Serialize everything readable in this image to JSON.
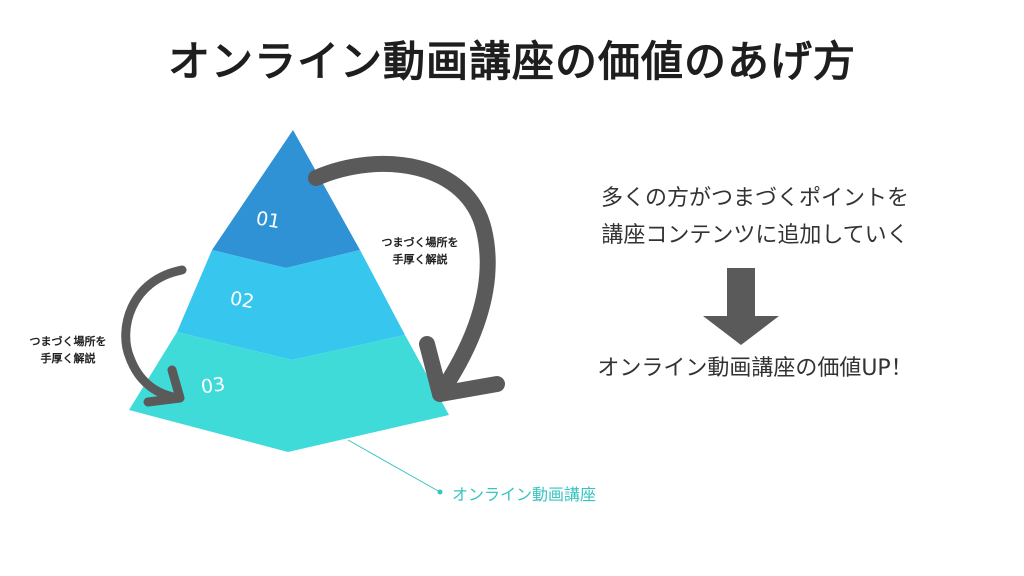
{
  "title": "オンライン動画講座の価値のあげ方",
  "pyramid": {
    "layers": [
      {
        "label": "01",
        "color": "#2f92d4"
      },
      {
        "label": "02",
        "color": "#36c6ee"
      },
      {
        "label": "03",
        "color": "#3fdbd9"
      }
    ],
    "caption": "オンライン動画講座"
  },
  "notes": {
    "left": {
      "line1": "つまづく場所を",
      "line2": "手厚く解説"
    },
    "right": {
      "line1": "つまづく場所を",
      "line2": "手厚く解説"
    }
  },
  "message": {
    "line1": "多くの方がつまづくポイントを",
    "line2": "講座コンテンツに追加していく",
    "result": "オンライン動画講座の価値UP！"
  },
  "colors": {
    "arrow": "#5a5a5a",
    "caption": "#37c4c0"
  }
}
